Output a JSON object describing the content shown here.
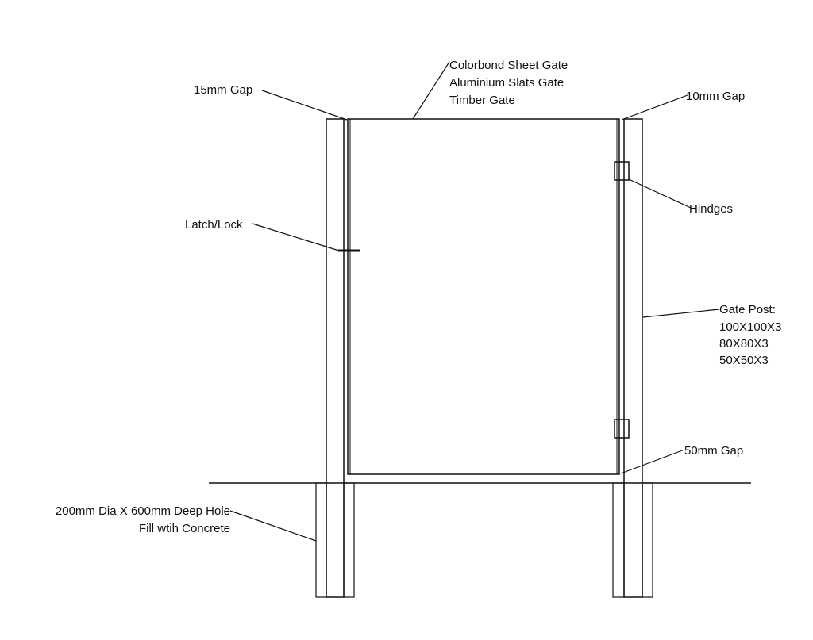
{
  "labels": {
    "gate_types": [
      "Colorbond  Sheet Gate",
      "Aluminium Slats Gate",
      "Timber Gate"
    ],
    "gap_left": "15mm Gap",
    "gap_right": "10mm Gap",
    "hinges": "Hindges",
    "latch": "Latch/Lock",
    "gate_post": [
      "Gate Post:",
      "100X100X3",
      "80X80X3",
      "50X50X3"
    ],
    "gap_bottom": "50mm Gap",
    "footing": [
      "200mm Dia X 600mm Deep Hole",
      "Fill  wtih Concrete"
    ]
  },
  "colors": {
    "line": "#111111",
    "background": "#ffffff"
  }
}
